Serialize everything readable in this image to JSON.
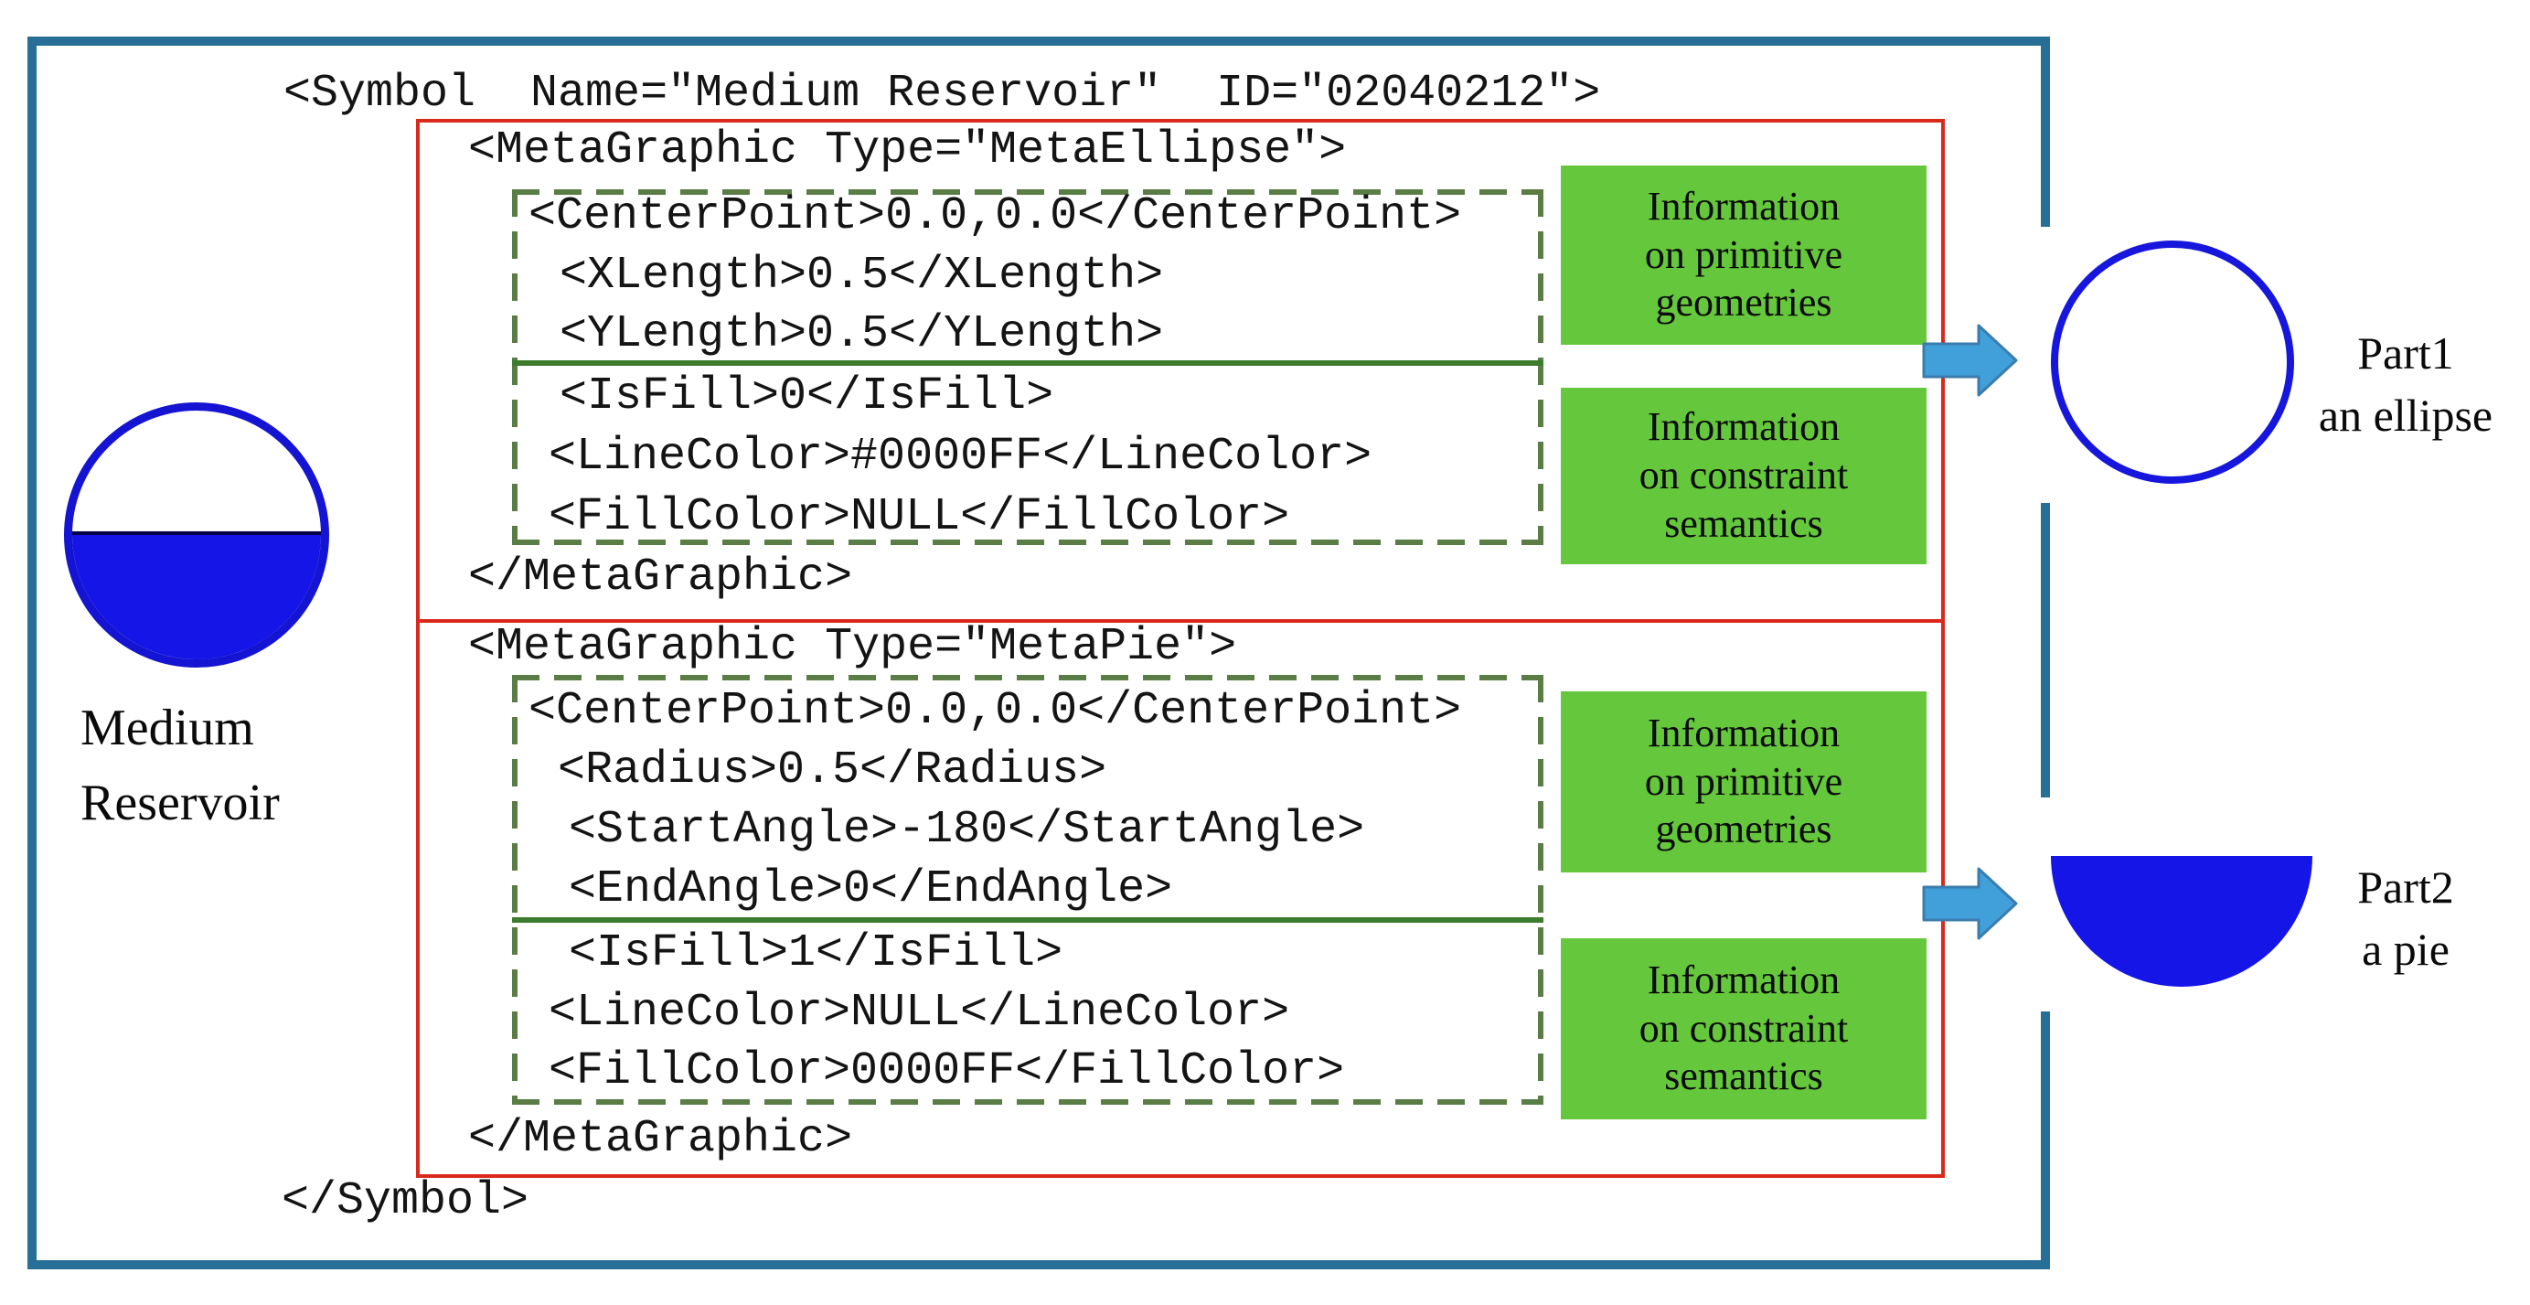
{
  "colors": {
    "frame_teal": "#276f97",
    "section_red": "#da291c",
    "dashed_green": "#5a7d45",
    "divider_green": "#3c7c2c",
    "info_box_green": "#65c83c",
    "arrow_blue": "#419fd9",
    "shape_blue": "#1515e8"
  },
  "xml_code": {
    "symbol_open": "<Symbol  Name=\"Medium Reservoir\"  ID=\"02040212\">",
    "ellipse": {
      "open": "<MetaGraphic Type=\"MetaEllipse\">",
      "center_point": "<CenterPoint>0.0,0.0</CenterPoint>",
      "x_length": "<XLength>0.5</XLength>",
      "y_length": "<YLength>0.5</YLength>",
      "is_fill": "<IsFill>0</IsFill>",
      "line_color": "<LineColor>#0000FF</LineColor>",
      "fill_color": "<FillColor>NULL</FillColor>",
      "close": "</MetaGraphic>"
    },
    "pie": {
      "open": "<MetaGraphic Type=\"MetaPie\">",
      "center_point": "<CenterPoint>0.0,0.0</CenterPoint>",
      "radius": "<Radius>0.5</Radius>",
      "start_angle": "<StartAngle>-180</StartAngle>",
      "end_angle": "<EndAngle>0</EndAngle>",
      "is_fill": "<IsFill>1</IsFill>",
      "line_color": "<LineColor>NULL</LineColor>",
      "fill_color": "<FillColor>0000FF</FillColor>",
      "close": "</MetaGraphic>"
    },
    "symbol_close": "</Symbol>"
  },
  "info_boxes": [
    {
      "lines": [
        "Information",
        "on primitive",
        "geometries"
      ]
    },
    {
      "lines": [
        "Information",
        "on constraint",
        "semantics"
      ]
    },
    {
      "lines": [
        "Information",
        "on primitive",
        "geometries"
      ]
    },
    {
      "lines": [
        "Information",
        "on constraint",
        "semantics"
      ]
    }
  ],
  "reservoir_label": {
    "line1": "Medium",
    "line2": "Reservoir"
  },
  "part1_label": {
    "line1": "Part1",
    "line2": "an ellipse"
  },
  "part2_label": {
    "line1": "Part2",
    "line2": "a pie"
  }
}
